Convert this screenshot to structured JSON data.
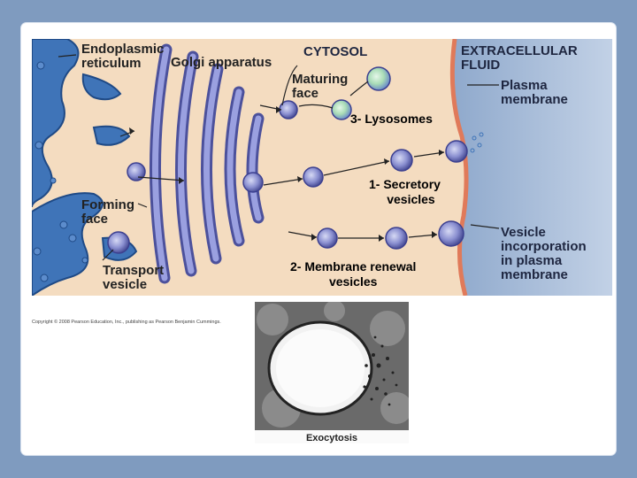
{
  "labels": {
    "endoplasmic_reticulum": [
      "Endoplasmic",
      "reticulum"
    ],
    "golgi_apparatus": "Golgi apparatus",
    "cytosol": "CYTOSOL",
    "extracellular_fluid": [
      "EXTRACELLULAR",
      "FLUID"
    ],
    "maturing_face": [
      "Maturing",
      "face"
    ],
    "plasma_membrane": [
      "Plasma",
      "membrane"
    ],
    "forming_face": [
      "Forming",
      "face"
    ],
    "transport_vesicle": [
      "Transport",
      "vesicle"
    ],
    "vesicle_incorporation": [
      "Vesicle",
      "incorporation",
      "in plasma",
      "membrane"
    ]
  },
  "annotations": {
    "lysosomes": "3- Lysosomes",
    "secretory_vesicles": [
      "1- Secretory",
      "vesicles"
    ],
    "membrane_renewal_vesicles": [
      "2- Membrane renewal",
      "vesicles"
    ]
  },
  "copyright": "Copyright © 2008 Pearson Education, Inc., publishing as Pearson Benjamin Cummings.",
  "micrograph_caption": "Exocytosis",
  "colors": {
    "background": "#7f9bbf",
    "cytosol": "#f4dcc0",
    "extracellular": "#a9bfdc",
    "membrane": "#e07a5a",
    "golgi": "#7e84c8",
    "er": "#3f74b8"
  }
}
